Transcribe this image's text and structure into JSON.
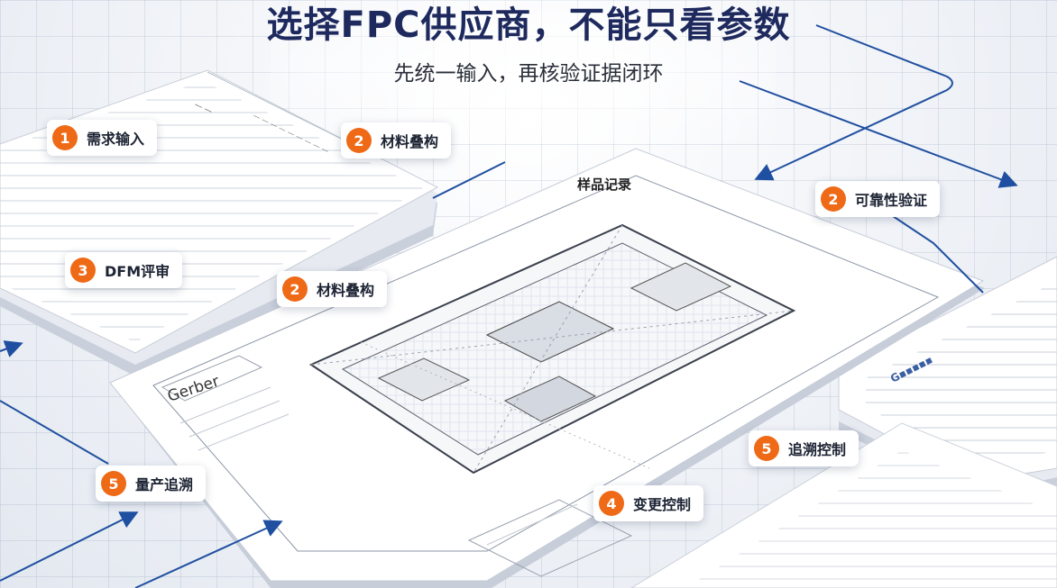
{
  "header": {
    "title": "选择FPC供应商，不能只看参数",
    "subtitle": "先统一输入，再核验证据闭环"
  },
  "document_labels": {
    "sample_record": "样品记录",
    "gerber": "Gerber"
  },
  "tags": [
    {
      "id": "demand-input",
      "number": "1",
      "label": "需求输入"
    },
    {
      "id": "material-stack-top",
      "number": "2",
      "label": "材料叠构"
    },
    {
      "id": "reliability-verify",
      "number": "2",
      "label": "可靠性验证"
    },
    {
      "id": "dfm-review",
      "number": "3",
      "label": "DFM评审"
    },
    {
      "id": "material-stack-mid",
      "number": "2",
      "label": "材料叠构"
    },
    {
      "id": "trace-control",
      "number": "5",
      "label": "追溯控制"
    },
    {
      "id": "mass-production-trace",
      "number": "5",
      "label": "量产追溯"
    },
    {
      "id": "change-control",
      "number": "4",
      "label": "变更控制"
    }
  ],
  "colors": {
    "accent_orange": "#ee6a17",
    "title_navy": "#1e2a5e",
    "arrow_blue": "#1f4fa0"
  }
}
